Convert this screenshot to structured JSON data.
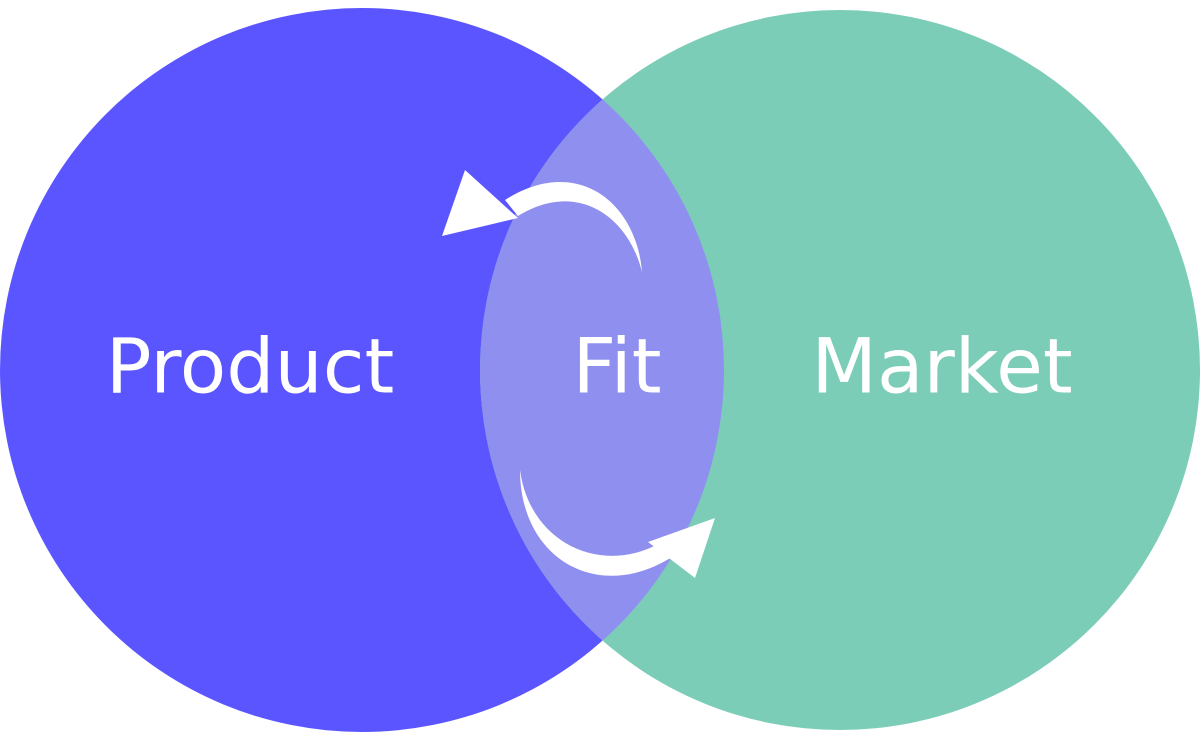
{
  "diagram": {
    "left_circle": {
      "label": "Product",
      "color": "#5B55FF"
    },
    "right_circle": {
      "label": "Market",
      "color": "#7CCDB8"
    },
    "overlap": {
      "label": "Fit",
      "color": "#8F8FF0"
    },
    "arrows": {
      "color": "#FFFFFF",
      "icons": [
        "curved-arrow-left-icon",
        "curved-arrow-right-icon"
      ]
    }
  }
}
